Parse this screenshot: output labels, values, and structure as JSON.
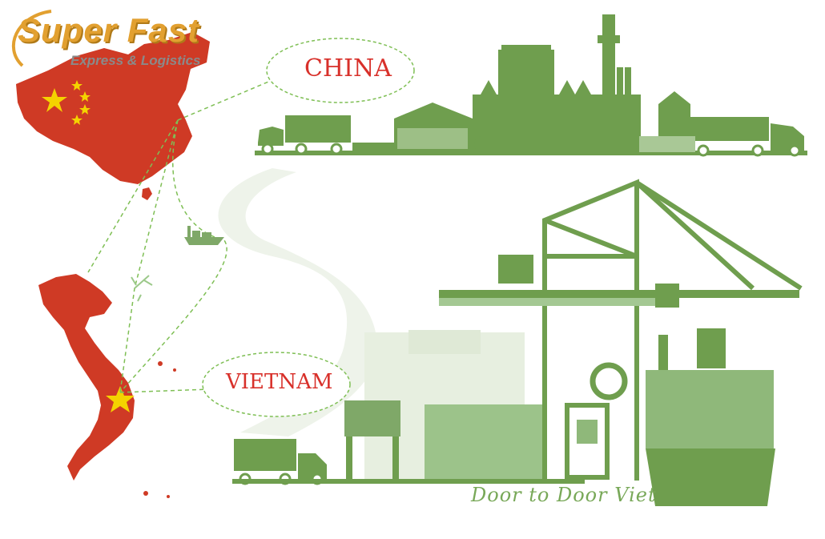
{
  "logo": {
    "name": "Super Fast",
    "tagline": "Express & Logistics"
  },
  "labels": {
    "origin": "CHINA",
    "destination": "VIETNAM"
  },
  "footer": {
    "text": "Door to Door Viet"
  },
  "colors": {
    "map_red": "#cf3a25",
    "illustration_green": "#6f9e4e",
    "logo_gold": "#e2a030",
    "route_green": "#7fbf55",
    "star_yellow": "#f4d300"
  }
}
